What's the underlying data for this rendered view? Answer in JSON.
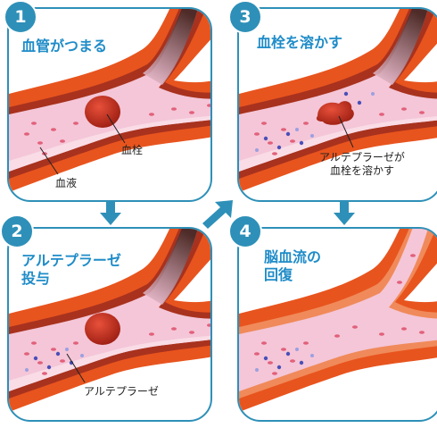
{
  "panels": [
    {
      "number": "1",
      "title": "血管がつまる",
      "labels": [
        "血栓",
        "血液"
      ]
    },
    {
      "number": "2",
      "title_line1": "アルテプラーゼ",
      "title_line2": "投与",
      "labels": [
        "アルテプラーゼ"
      ]
    },
    {
      "number": "3",
      "title": "血栓を溶かす",
      "labels": [
        "アルテプラーゼが",
        "血栓を溶かす"
      ]
    },
    {
      "number": "4",
      "title_line1": "脳血流の",
      "title_line2": "回復",
      "labels": []
    }
  ],
  "colors": {
    "border": "#2e90b8",
    "title": "#1f8cc8",
    "vessel_wall": "#e8541e",
    "blood": "#f4c6d8",
    "clot": "#c8321e"
  }
}
